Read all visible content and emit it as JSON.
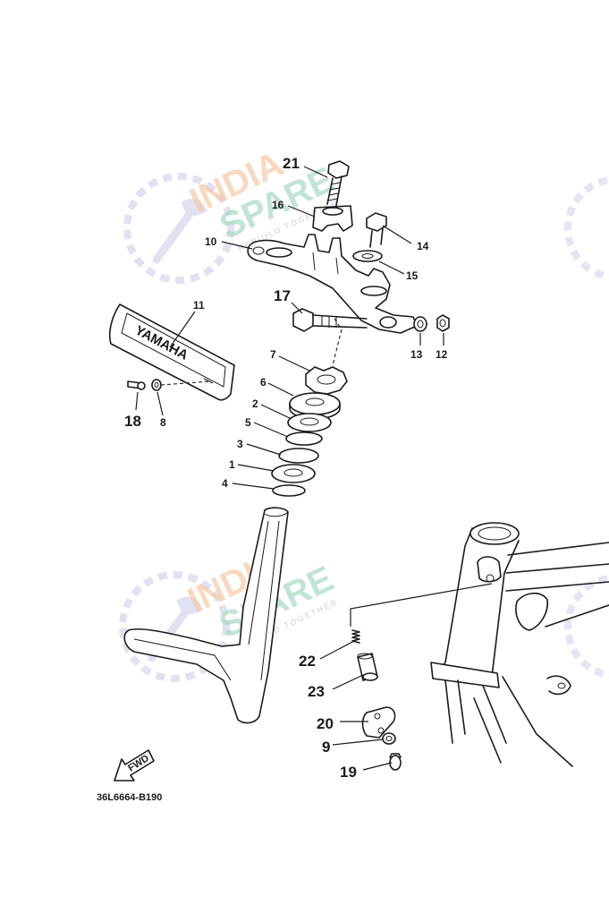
{
  "diagram": {
    "part_code": "36L6664-B190",
    "fwd_label": "FWD",
    "emblem_text": "YAMAHA",
    "callouts": [
      "21",
      "16",
      "14",
      "10",
      "15",
      "17",
      "13",
      "12",
      "11",
      "7",
      "6",
      "2",
      "5",
      "3",
      "1",
      "4",
      "18",
      "8",
      "22",
      "23",
      "20",
      "9",
      "19"
    ],
    "watermark": {
      "line1": "INDIA",
      "line2": "SPARE",
      "tagline": "REBUILD TOGETHER",
      "colors": {
        "india": "#f6c9a6",
        "spare": "#a9d9c2",
        "tagline": "#b9b9d9",
        "logo": "#c9cbe6"
      }
    }
  }
}
